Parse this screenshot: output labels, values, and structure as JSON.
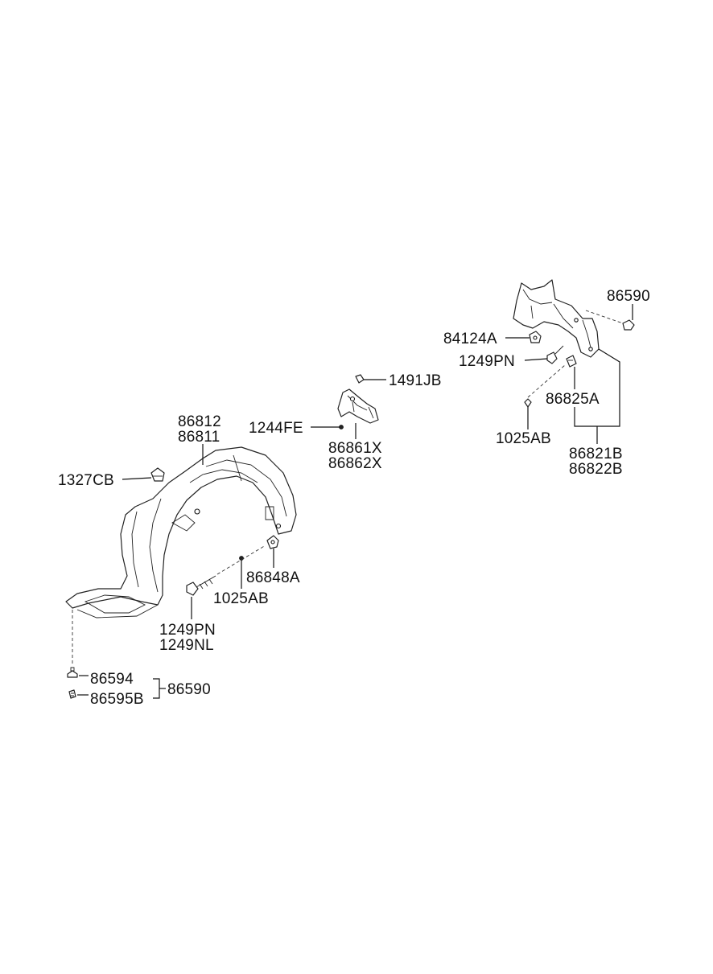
{
  "labels": {
    "p86590_top": "86590",
    "p84124A": "84124A",
    "p1249PN_top": "1249PN",
    "p1491JB": "1491JB",
    "p86825A": "86825A",
    "p86812": "86812",
    "p86811": "86811",
    "p1244FE": "1244FE",
    "p86861X": "86861X",
    "p86862X": "86862X",
    "p1025AB_top": "1025AB",
    "p86821B": "86821B",
    "p86822B": "86822B",
    "p1327CB": "1327CB",
    "p86848A": "86848A",
    "p1025AB_bottom": "1025AB",
    "p1249PN_bottom": "1249PN",
    "p1249NL": "1249NL",
    "p86594": "86594",
    "p86595B": "86595B",
    "p86590_bottom": "86590"
  }
}
